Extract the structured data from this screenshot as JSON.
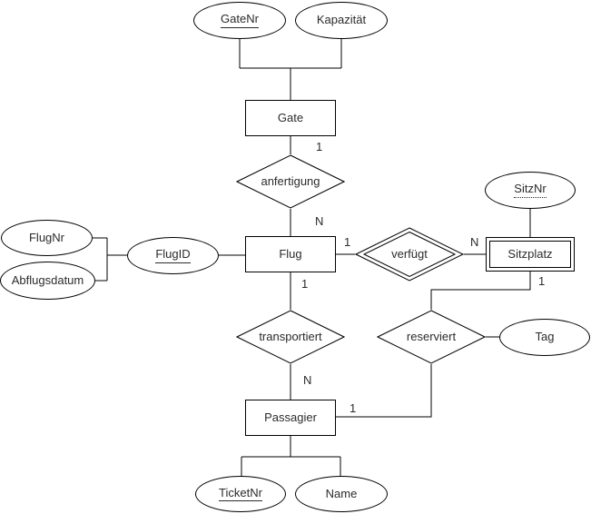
{
  "diagram": {
    "entities": {
      "gate": {
        "label": "Gate",
        "weak": false
      },
      "flug": {
        "label": "Flug",
        "weak": false
      },
      "sitzplatz": {
        "label": "Sitzplatz",
        "weak": true
      },
      "passagier": {
        "label": "Passagier",
        "weak": false
      }
    },
    "relationships": {
      "anfertigung": {
        "label": "anfertigung",
        "identifying": false
      },
      "verfuegt": {
        "label": "verfügt",
        "identifying": true
      },
      "transportiert": {
        "label": "transportiert",
        "identifying": false
      },
      "reserviert": {
        "label": "reserviert",
        "identifying": false
      }
    },
    "attributes": {
      "gatenr": {
        "label": "GateNr",
        "key": "primary"
      },
      "kapazitaet": {
        "label": "Kapazität",
        "key": "none"
      },
      "flugnr": {
        "label": "FlugNr",
        "key": "none"
      },
      "abflugsdatum": {
        "label": "Abflugsdatum",
        "key": "none"
      },
      "flugid": {
        "label": "FlugID",
        "key": "primary"
      },
      "sitznr": {
        "label": "SitzNr",
        "key": "partial"
      },
      "tag": {
        "label": "Tag",
        "key": "none"
      },
      "ticketnr": {
        "label": "TicketNr",
        "key": "primary"
      },
      "name": {
        "label": "Name",
        "key": "none"
      }
    },
    "cardinalities": {
      "gate_anfertigung": "1",
      "anfertigung_flug": "N",
      "flug_verfuegt": "1",
      "verfuegt_sitzplatz": "N",
      "flug_transportiert": "1",
      "sitzplatz_reserviert": "1",
      "transportiert_passagier": "N",
      "passagier_reserviert": "1"
    },
    "colors": {
      "stroke": "#000000",
      "text": "#2b2b2b",
      "background": "#ffffff"
    }
  }
}
